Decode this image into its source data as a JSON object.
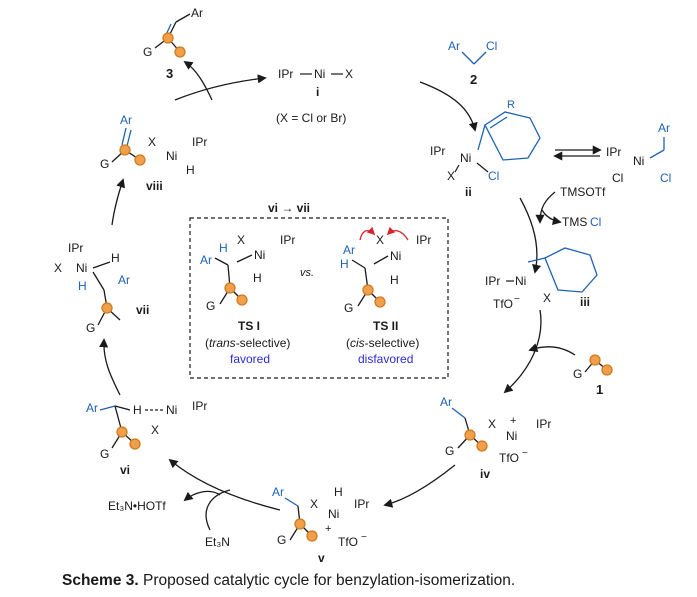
{
  "caption": {
    "label": "Scheme 3.",
    "text": " Proposed catalytic cycle for benzylation-isomerization."
  },
  "colors": {
    "orange": "#f0a04b",
    "blue": "#1e62b3",
    "red": "#d8252a",
    "favored": "#2b2bd6"
  },
  "species": {
    "i": {
      "id": "i",
      "formula_l": "IPr",
      "metal": "Ni",
      "formula_r": "X",
      "note": "(X = Cl or Br)"
    },
    "ii": {
      "id": "ii"
    },
    "iii": {
      "id": "iii",
      "tfo": "TfO"
    },
    "iv": {
      "id": "iv",
      "tfo": "TfO"
    },
    "v": {
      "id": "v",
      "tfo": "TfO"
    },
    "vi": {
      "id": "vi"
    },
    "vii": {
      "id": "vii"
    },
    "viii": {
      "id": "viii"
    },
    "p1": {
      "id": "1"
    },
    "p2": {
      "id": "2"
    },
    "p3": {
      "id": "3"
    }
  },
  "reagents": {
    "tmsotf": "TMSOTf",
    "tmscl_prefix": "TMS",
    "tmscl_suffix": "Cl",
    "et3n": "Et₃N",
    "et3n_salt": "Et₃N•HOTf"
  },
  "labels": {
    "ar": "Ar",
    "cl": "Cl",
    "x": "X",
    "ipr": "IPr",
    "ni": "Ni",
    "h": "H",
    "g": "G",
    "r": "R",
    "plus": "+",
    "minus": "−",
    "vi_vii": "vi → vii",
    "vs": "vs."
  },
  "ts": {
    "one": {
      "name": "TS I",
      "sel_italic": "trans",
      "sel_rest": "-selective)",
      "open": "(",
      "verdict": "favored"
    },
    "two": {
      "name": "TS II",
      "sel_italic": "cis",
      "sel_rest": "-selective)",
      "open": "(",
      "verdict": "disfavored"
    }
  }
}
